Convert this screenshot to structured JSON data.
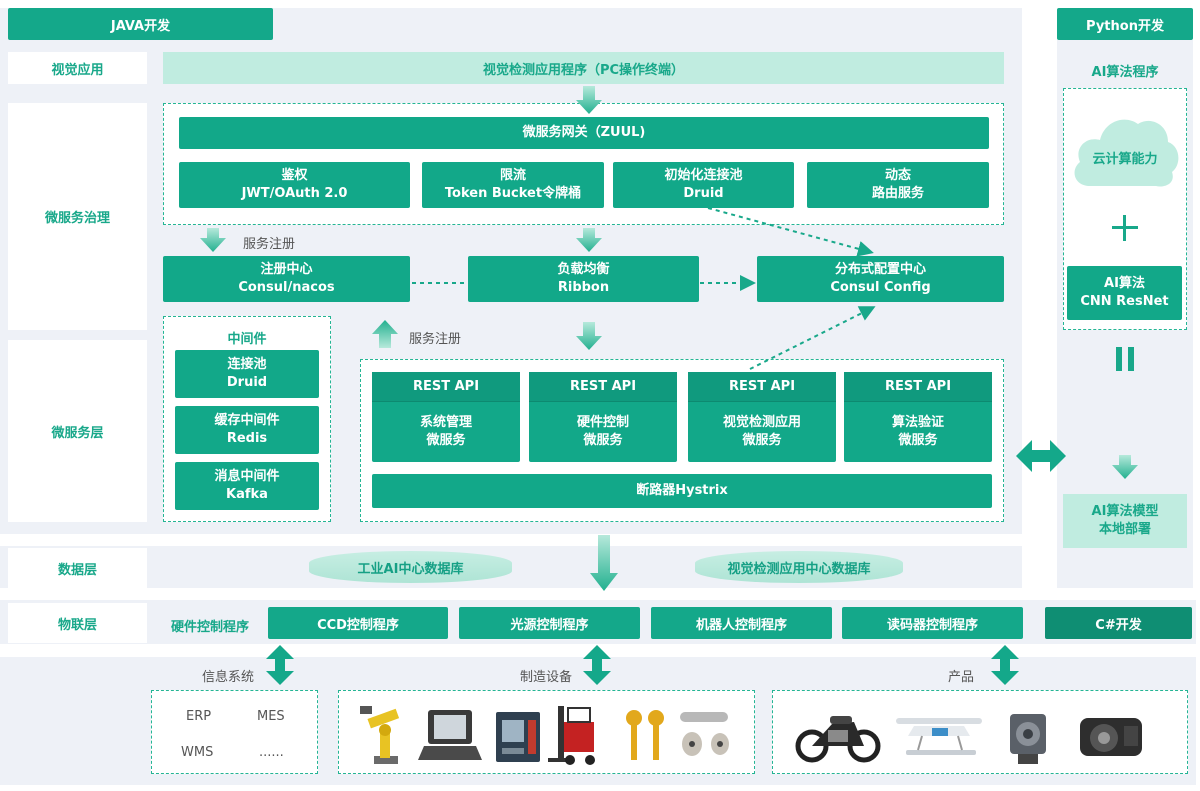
{
  "java": {
    "title": "JAVA开发"
  },
  "python": {
    "title": "Python开发",
    "ai_program": "AI算法程序",
    "cloud": "云计算能力",
    "plus": "+",
    "algo_line1": "AI算法",
    "algo_line2": "CNN ResNet",
    "equals": "=",
    "model_line1": "AI算法模型",
    "model_line2": "本地部署"
  },
  "layers": {
    "visual": "视觉应用",
    "governance": "微服务治理",
    "micro": "微服务层",
    "data": "数据层",
    "iot": "物联层"
  },
  "visual_app": "视觉检测应用程序（PC操作终端）",
  "gateway": {
    "title": "微服务网关（ZUUL)",
    "items": [
      {
        "line1": "鉴权",
        "line2": "JWT/OAuth 2.0"
      },
      {
        "line1": "限流",
        "line2": "Token Bucket令牌桶"
      },
      {
        "line1": "初始化连接池",
        "line2": "Druid"
      },
      {
        "line1": "动态",
        "line2": "路由服务"
      }
    ]
  },
  "service_register": "服务注册",
  "registry": {
    "line1": "注册中心",
    "line2": "Consul/nacos"
  },
  "balancer": {
    "line1": "负载均衡",
    "line2": "Ribbon"
  },
  "config": {
    "line1": "分布式配置中心",
    "line2": "Consul Config"
  },
  "middleware": {
    "title": "中间件",
    "items": [
      {
        "line1": "连接池",
        "line2": "Druid"
      },
      {
        "line1": "缓存中间件",
        "line2": "Redis"
      },
      {
        "line1": "消息中间件",
        "line2": "Kafka"
      }
    ]
  },
  "services": [
    {
      "api": "REST API",
      "line1": "系统管理",
      "line2": "微服务"
    },
    {
      "api": "REST API",
      "line1": "硬件控制",
      "line2": "微服务"
    },
    {
      "api": "REST API",
      "line1": "视觉检测应用",
      "line2": "微服务"
    },
    {
      "api": "REST API",
      "line1": "算法验证",
      "line2": "微服务"
    }
  ],
  "breaker": "断路器Hystrix",
  "databases": [
    "工业AI中心数据库",
    "视觉检测应用中心数据库"
  ],
  "iot": {
    "label": "硬件控制程序",
    "programs": [
      "CCD控制程序",
      "光源控制程序",
      "机器人控制程序",
      "读码器控制程序"
    ],
    "csharp": "C#开发"
  },
  "bottom": {
    "info_label": "信息系统",
    "info_items": [
      "ERP",
      "MES",
      "WMS",
      "......"
    ],
    "equip_label": "制造设备",
    "equip_icons": [
      "robot-arm-icon",
      "rugged-laptop-icon",
      "cnc-machine-icon",
      "forklift-icon",
      "sensor-strip-icon",
      "spindle-icon"
    ],
    "product_label": "产品",
    "product_icons": [
      "motorcycle-icon",
      "seaplane-icon",
      "engine-icon",
      "generator-icon"
    ]
  },
  "colors": {
    "primary": "#12a889",
    "light": "#c0ece0",
    "bg": "#eef1f7",
    "dash": "#24b594"
  }
}
